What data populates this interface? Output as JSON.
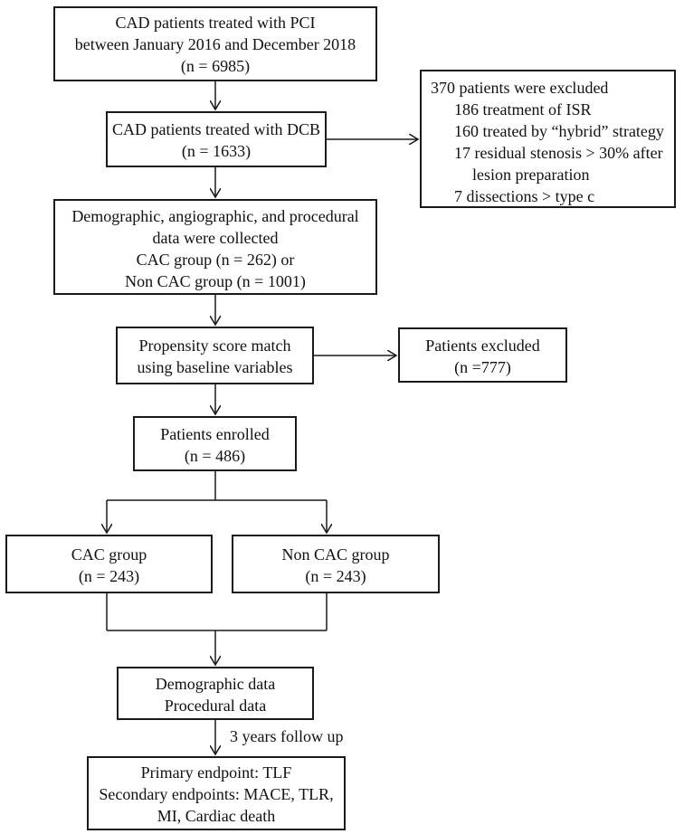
{
  "boxes": {
    "pci": {
      "lines": [
        "CAD patients treated with PCI",
        "between January 2016 and December 2018",
        "(n = 6985)"
      ]
    },
    "dcb": {
      "lines": [
        "CAD patients treated with DCB",
        "(n = 1633)"
      ]
    },
    "excluded370": {
      "title": "370 patients were excluded",
      "items": [
        "186 treatment of ISR",
        "160 treated by “hybrid” strategy",
        "17 residual stenosis > 30% after",
        "lesion preparation",
        "7 dissections > type c"
      ]
    },
    "collected": {
      "lines": [
        "Demographic, angiographic, and procedural",
        "data were collected",
        "CAC group (n = 262) or",
        "Non CAC group (n = 1001)"
      ]
    },
    "psm": {
      "lines": [
        "Propensity score match",
        "using baseline variables"
      ]
    },
    "excluded777": {
      "lines": [
        "Patients excluded",
        "(n =777)"
      ]
    },
    "enrolled": {
      "lines": [
        "Patients enrolled",
        "(n = 486)"
      ]
    },
    "cac": {
      "lines": [
        "CAC group",
        "(n = 243)"
      ]
    },
    "noncac": {
      "lines": [
        "Non CAC group",
        "(n = 243)"
      ]
    },
    "demographic": {
      "lines": [
        "Demographic data",
        "Procedural data"
      ]
    },
    "endpoints": {
      "lines": [
        "Primary endpoint: TLF",
        "Secondary endpoints: MACE, TLR,",
        "MI, Cardiac death"
      ]
    }
  },
  "followup_label": "3 years follow up"
}
